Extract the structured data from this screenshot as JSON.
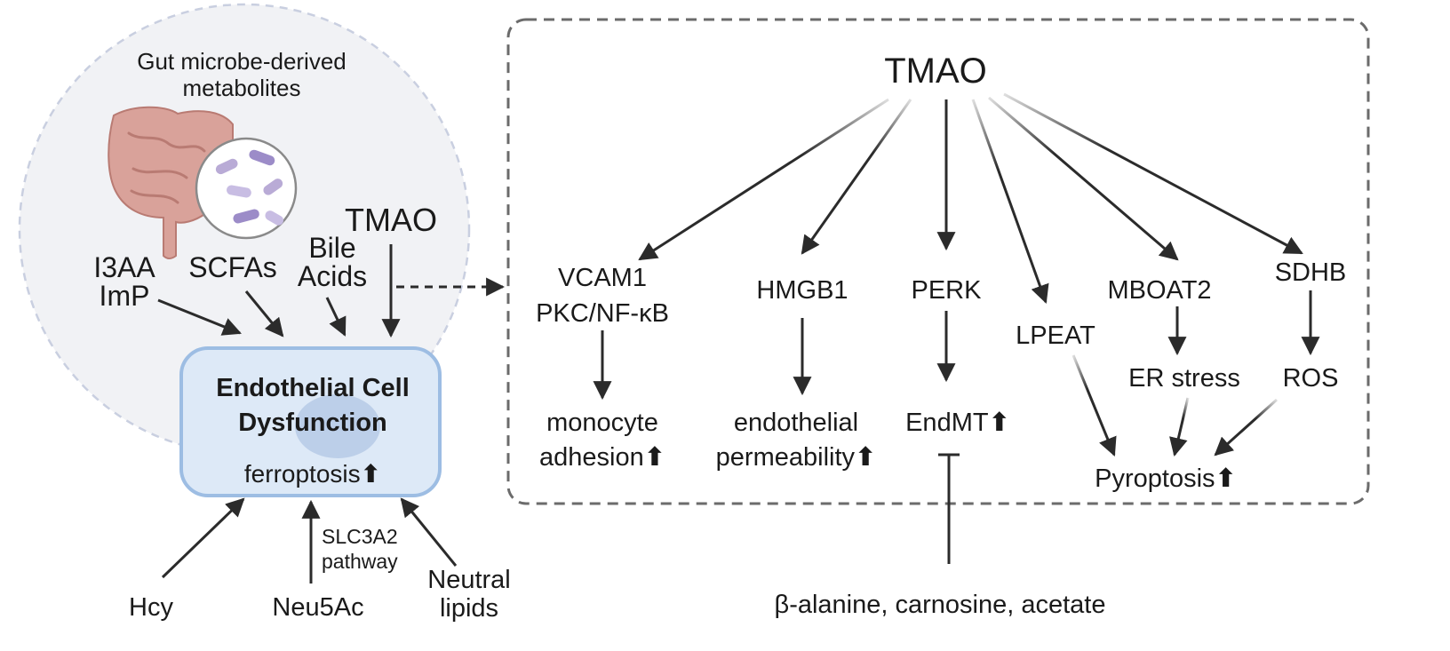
{
  "left_panel": {
    "circle_title_line1": "Gut microbe-derived",
    "circle_title_line2": "metabolites",
    "metabolites": {
      "i3aa": "I3AA",
      "imp": "ImP",
      "scfas": "SCFAs",
      "bile_line1": "Bile",
      "bile_line2": "Acids",
      "tmao": "TMAO"
    },
    "cell": {
      "title_line1": "Endothelial Cell",
      "title_line2": "Dysfunction",
      "ferroptosis": "ferroptosis",
      "up_arrow": "⬆"
    },
    "inputs": {
      "hcy": "Hcy",
      "neu5ac": "Neu5Ac",
      "slc_line1": "SLC3A2",
      "slc_line2": "pathway",
      "neutral_line1": "Neutral",
      "neutral_line2": "lipids"
    }
  },
  "right_panel": {
    "tmao": "TMAO",
    "targets": {
      "vcam1": "VCAM1",
      "pkc": "PKC/NF-κB",
      "hmgb1": "HMGB1",
      "perk": "PERK",
      "lpeat": "LPEAT",
      "mboat2": "MBOAT2",
      "sdhb": "SDHB"
    },
    "outcomes": {
      "monocyte_line1": "monocyte",
      "monocyte_line2": "adhesion",
      "endo_line1": "endothelial",
      "endo_line2": "permeability",
      "endmt": "EndMT",
      "er_stress": "ER stress",
      "ros": "ROS",
      "pyroptosis": "Pyroptosis",
      "up_arrow": "⬆"
    },
    "inhibitors": "β-alanine, carnosine, acetate"
  },
  "colors": {
    "arrow": "#2b2b2b",
    "dashed_border": "#6b6b6b",
    "circle_dash": "#c9cfe0",
    "circle_fill": "#f1f2f5",
    "cell_fill": "#dde9f7",
    "cell_stroke": "#9dbde3",
    "nucleus": "#bccfe9",
    "intestine": "#d9a29a",
    "microbe_fill": "#ffffff",
    "microbe_cells": "#b9abd6"
  }
}
